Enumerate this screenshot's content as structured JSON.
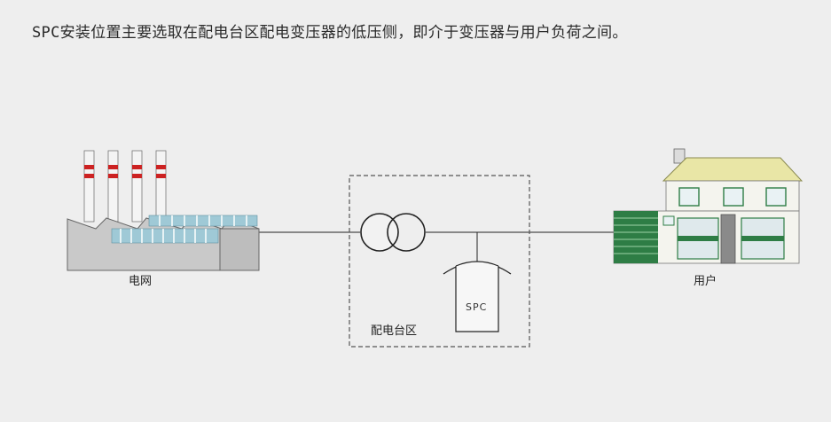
{
  "caption": "SPC安装位置主要选取在配电台区配电变压器的低压侧，即介于变压器与用户负荷之间。",
  "labels": {
    "grid": "电网",
    "user": "用户",
    "area": "配电台区",
    "spc": "SPC"
  },
  "colors": {
    "background": "#eeeeee",
    "stripe_red": "#cc2222",
    "window_blue": "#9fc9d6",
    "house_green": "#2e7d45",
    "roof_yellow": "#e9e6a6"
  }
}
